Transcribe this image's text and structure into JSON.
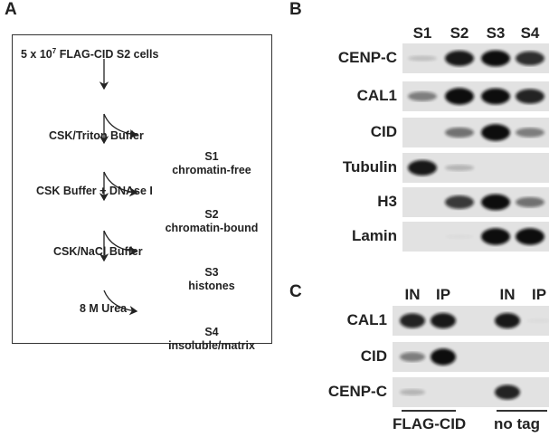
{
  "panel_a": {
    "label": "A",
    "start": "5 x 10",
    "start_exp": "7",
    "start_rest": " FLAG-CID S2 cells",
    "steps": [
      "CSK/Triton Buffer",
      "CSK Buffer + DNAse I",
      "CSK/NaCl Buffer",
      "8 M Urea"
    ],
    "fractions": [
      {
        "id": "S1",
        "desc": "chromatin-free"
      },
      {
        "id": "S2",
        "desc": "chromatin-bound"
      },
      {
        "id": "S3",
        "desc": "histones"
      },
      {
        "id": "S4",
        "desc": "insoluble/matrix"
      }
    ]
  },
  "panel_b": {
    "label": "B",
    "lanes": [
      "S1",
      "S2",
      "S3",
      "S4"
    ],
    "rows": [
      {
        "name": "CENP-C",
        "bands": [
          0.15,
          0.9,
          0.95,
          0.8
        ]
      },
      {
        "name": "CAL1",
        "bands": [
          0.45,
          1.0,
          0.95,
          0.85
        ]
      },
      {
        "name": "CID",
        "bands": [
          0.0,
          0.5,
          1.0,
          0.45
        ]
      },
      {
        "name": "Tubulin",
        "bands": [
          0.9,
          0.2,
          0.0,
          0.0
        ]
      },
      {
        "name": "H3",
        "bands": [
          0.0,
          0.75,
          0.95,
          0.5
        ]
      },
      {
        "name": "Lamin",
        "bands": [
          0.0,
          0.03,
          1.0,
          1.0
        ]
      }
    ]
  },
  "panel_c": {
    "label": "C",
    "lanes": [
      "IN",
      "IP",
      "IN",
      "IP"
    ],
    "rows": [
      {
        "name": "CAL1",
        "bands": [
          0.85,
          0.9,
          0.9,
          0.03
        ]
      },
      {
        "name": "CID",
        "bands": [
          0.45,
          1.0,
          0.0,
          0.0
        ]
      },
      {
        "name": "CENP-C",
        "bands": [
          0.2,
          0.0,
          0.85,
          0.0
        ]
      }
    ],
    "groups": [
      "FLAG-CID",
      "no tag"
    ]
  }
}
